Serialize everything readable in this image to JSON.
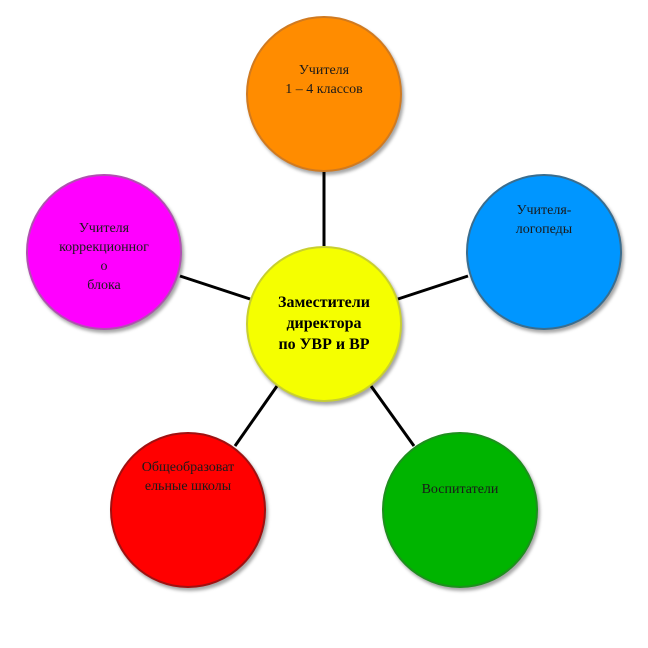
{
  "colors": {
    "connector": "#000000",
    "background": "#ffffff"
  },
  "center": {
    "label": "Заместители\nдиректора\nпо УВР и ВР",
    "fill": "#f5ff00",
    "border": "#c8cf30"
  },
  "nodes": [
    {
      "id": "primary-teachers",
      "label": "Учителя\n1 – 4 классов",
      "fill": "#ff8c00",
      "border": "#d07a20"
    },
    {
      "id": "speech-therapists",
      "label": "Учителя-\nлогопеды",
      "fill": "#0096ff",
      "border": "#3a6d8e"
    },
    {
      "id": "educators",
      "label": "Воспитатели",
      "fill": "#00b400",
      "border": "#1e8f1e"
    },
    {
      "id": "general-schools",
      "label": "Общеобразоват\nельные школы",
      "fill": "#ff0000",
      "border": "#a01010"
    },
    {
      "id": "correction-teachers",
      "label": "Учителя\nкоррекционног\nо\nблока",
      "fill": "#ff00ff",
      "border": "#b050b0"
    }
  ]
}
